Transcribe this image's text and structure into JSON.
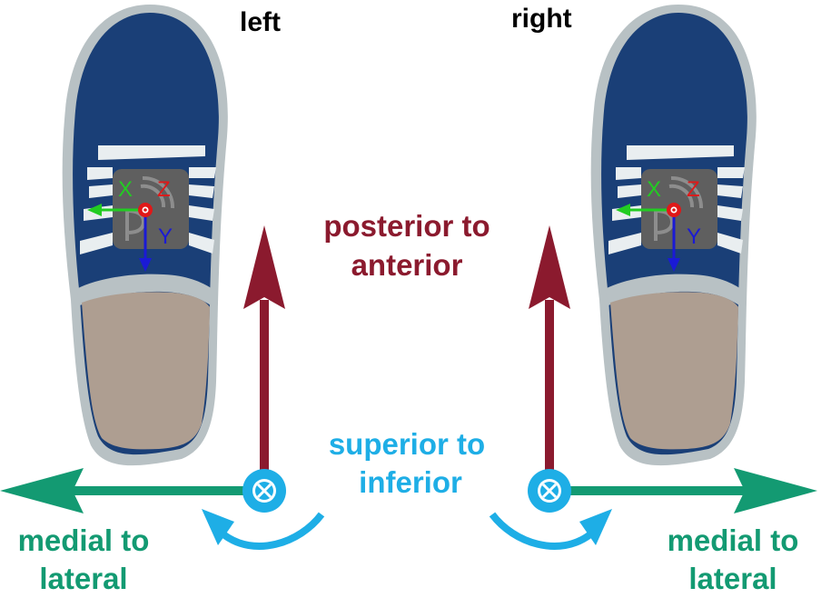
{
  "labels": {
    "left": "left",
    "right": "right",
    "posterior_anterior_line1": "posterior to",
    "posterior_anterior_line2": "anterior",
    "superior_inferior_line1": "superior to",
    "superior_inferior_line2": "inferior",
    "medial_lateral_left_line1": "medial to",
    "medial_lateral_left_line2": "lateral",
    "medial_lateral_right_line1": "medial to",
    "medial_lateral_right_line2": "lateral"
  },
  "sensor_axes": {
    "x": "X",
    "y": "Y",
    "z": "Z"
  },
  "colors": {
    "posterior_anterior": "#8b1a2e",
    "superior_inferior": "#1eaee6",
    "medial_lateral": "#139a72",
    "shoe_body": "#1a3f77",
    "shoe_outline": "#b8c1c4",
    "shoe_insole": "#ae9e91",
    "sensor_body": "#5f5f5f",
    "axis_x": "#22cc22",
    "axis_y": "#1a1ad6",
    "axis_z": "#e01818",
    "text_black": "#000000"
  }
}
